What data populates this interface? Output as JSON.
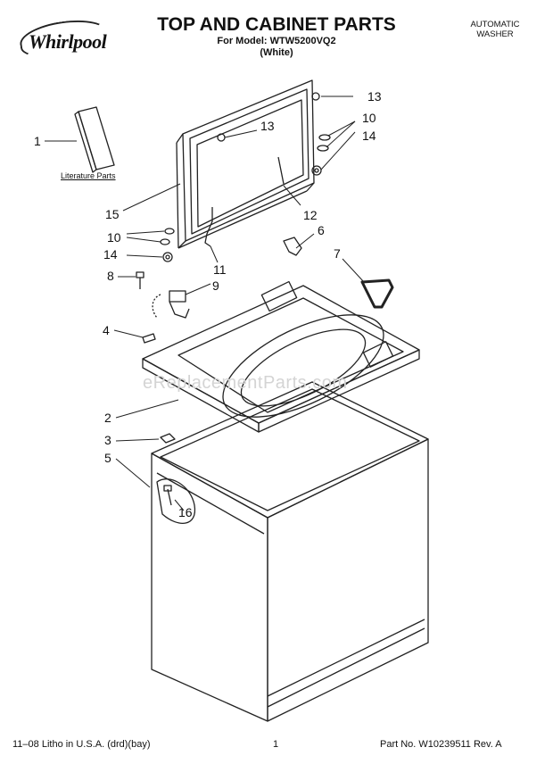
{
  "header": {
    "brand": "Whirlpool",
    "title": "TOP AND CABINET PARTS",
    "model_line": "For Model: WTW5200VQ2",
    "color_line": "(White)",
    "product_line1": "AUTOMATIC",
    "product_line2": "WASHER"
  },
  "diagram": {
    "literature_label": "Literature Parts",
    "watermark": "eReplacementParts.com",
    "callouts": [
      "1",
      "2",
      "3",
      "4",
      "5",
      "6",
      "7",
      "8",
      "9",
      "10",
      "10",
      "11",
      "12",
      "13",
      "13",
      "14",
      "14",
      "15",
      "16"
    ]
  },
  "footer": {
    "litho": "11–08 Litho in U.S.A. (drd)(bay)",
    "page": "1",
    "part_no": "Part No. W10239511 Rev. A"
  }
}
